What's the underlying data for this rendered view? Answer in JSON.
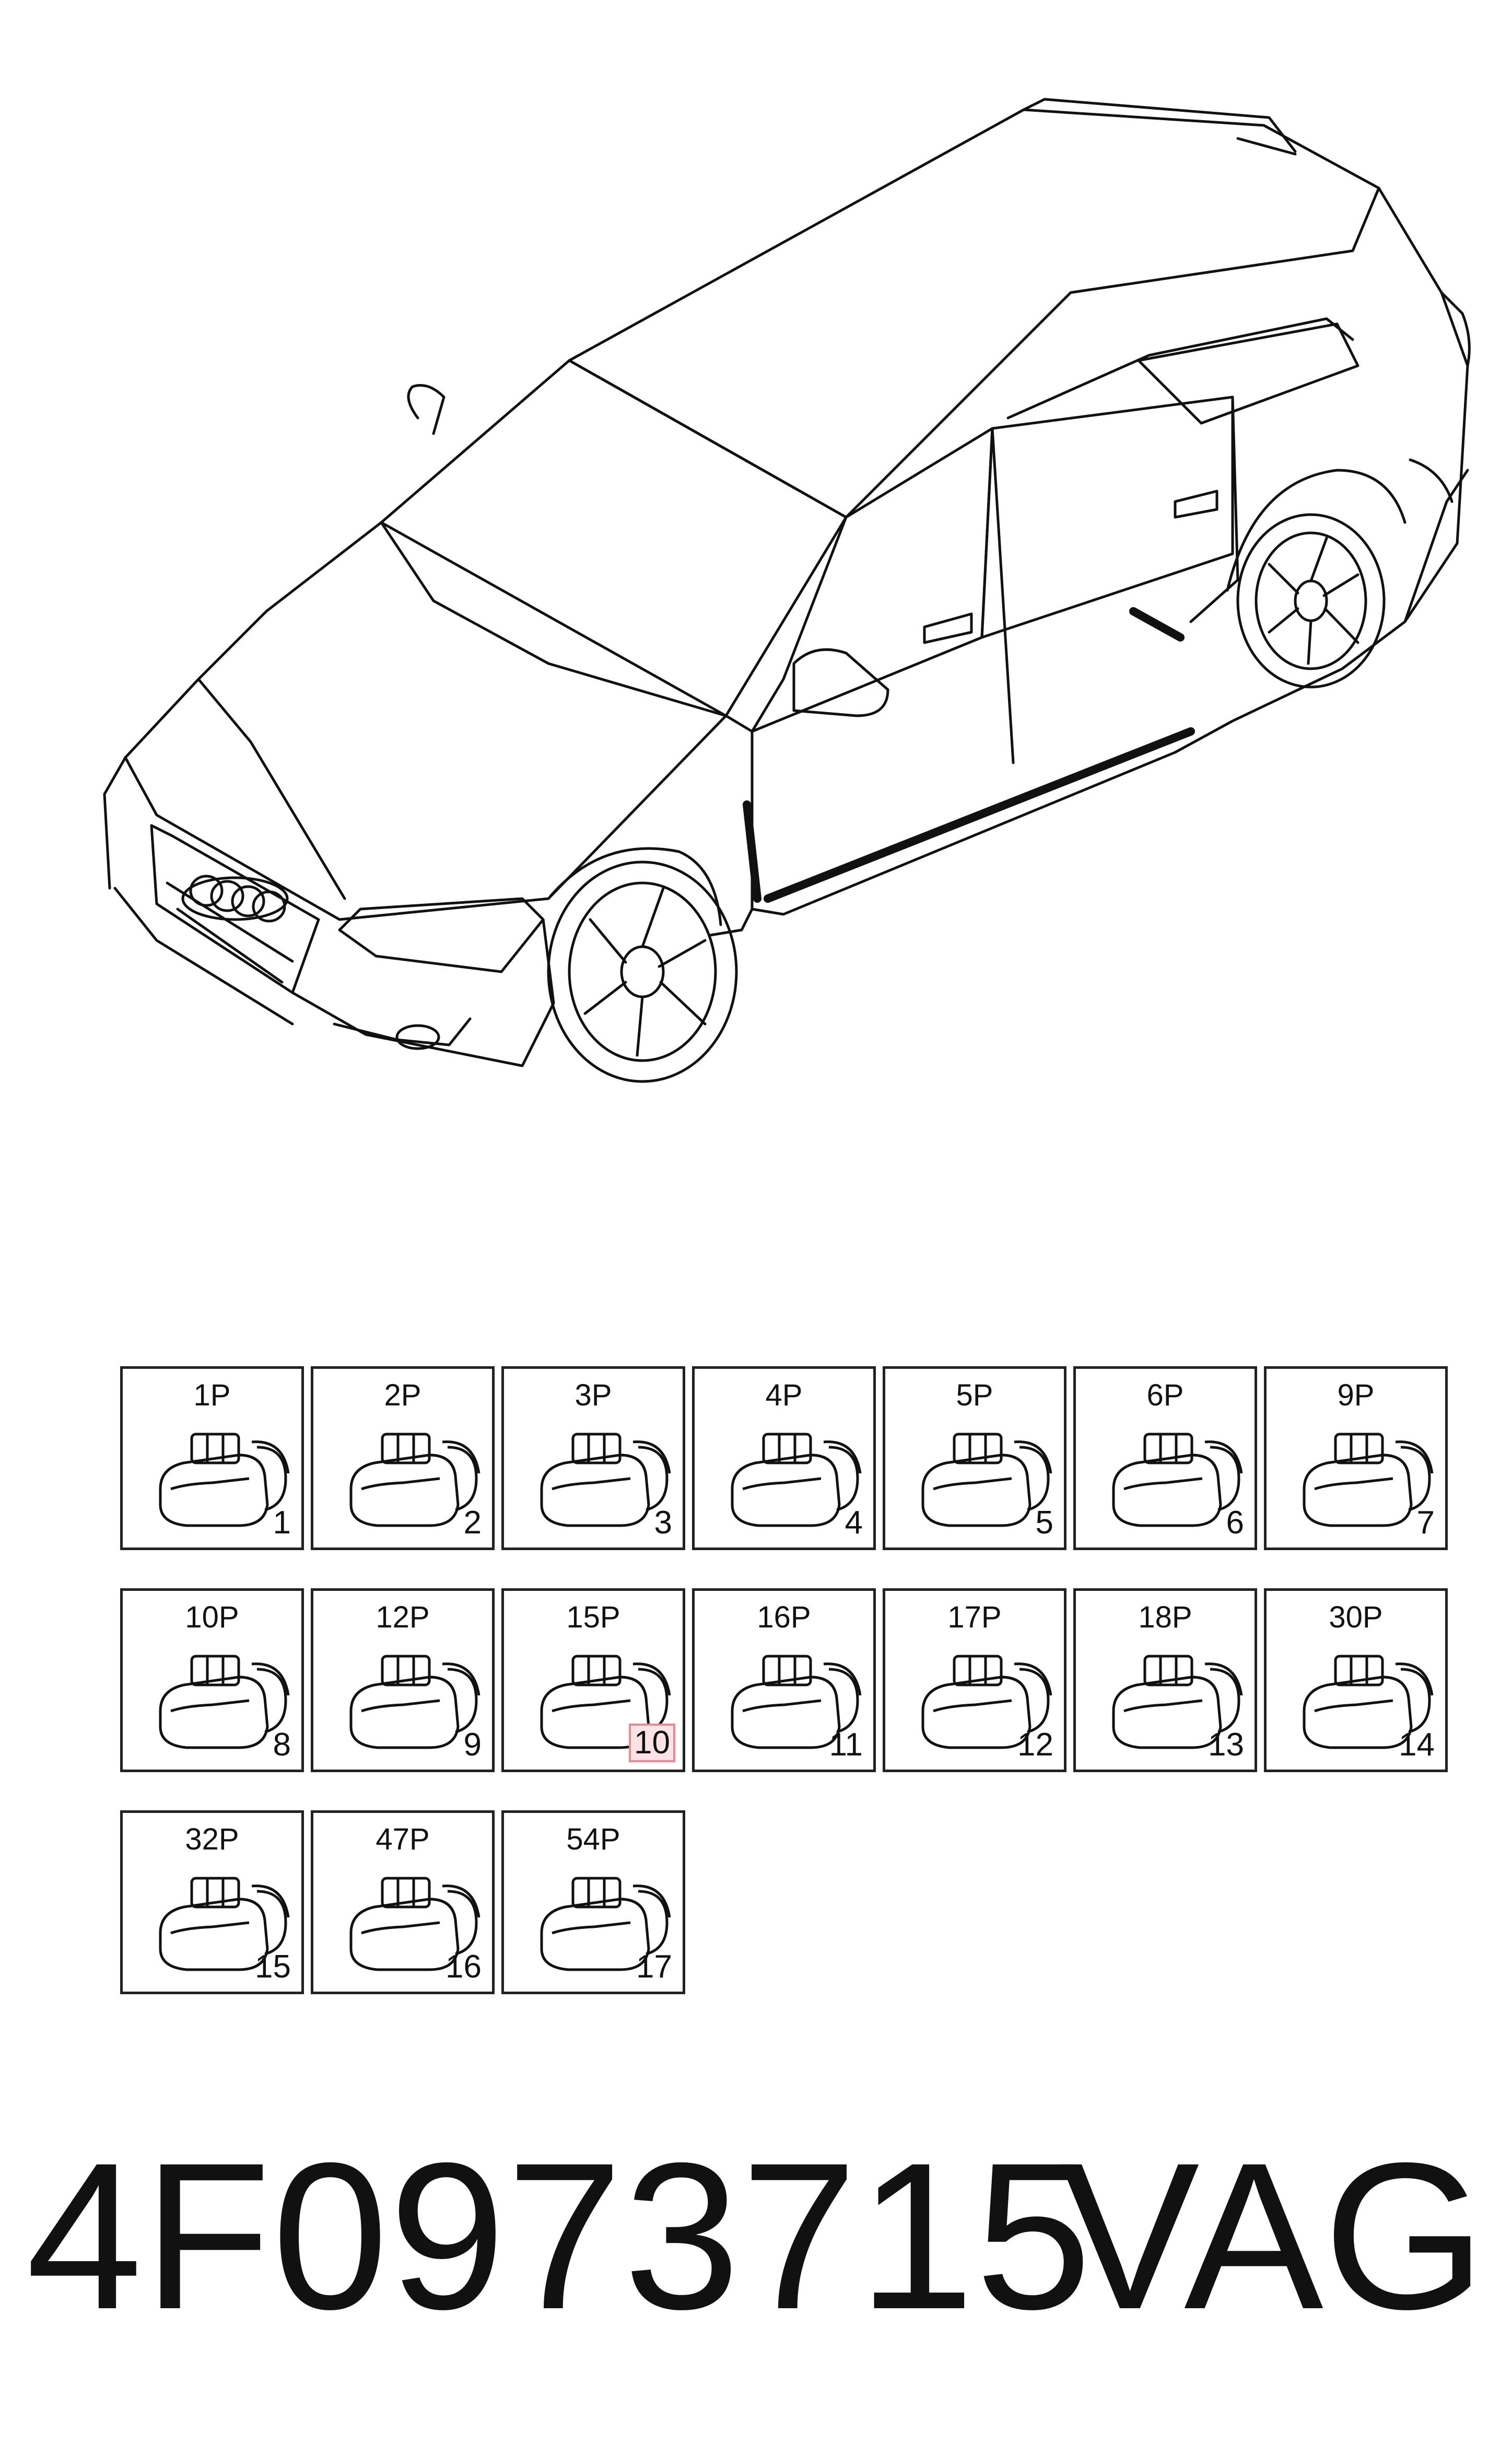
{
  "connectors": [
    {
      "pins": "1P",
      "index": "1"
    },
    {
      "pins": "2P",
      "index": "2"
    },
    {
      "pins": "3P",
      "index": "3"
    },
    {
      "pins": "4P",
      "index": "4"
    },
    {
      "pins": "5P",
      "index": "5"
    },
    {
      "pins": "6P",
      "index": "6"
    },
    {
      "pins": "9P",
      "index": "7"
    },
    {
      "pins": "10P",
      "index": "8"
    },
    {
      "pins": "12P",
      "index": "9"
    },
    {
      "pins": "15P",
      "index": "10",
      "highlighted": true
    },
    {
      "pins": "16P",
      "index": "11"
    },
    {
      "pins": "17P",
      "index": "12"
    },
    {
      "pins": "18P",
      "index": "13"
    },
    {
      "pins": "30P",
      "index": "14"
    },
    {
      "pins": "32P",
      "index": "15"
    },
    {
      "pins": "47P",
      "index": "16"
    },
    {
      "pins": "54P",
      "index": "17"
    }
  ],
  "footer": {
    "part_number": "4F0973715",
    "brand": "VAG"
  },
  "colors": {
    "line": "#111111",
    "highlight_fill": "#fbe3e6",
    "highlight_border": "#e88a96"
  }
}
